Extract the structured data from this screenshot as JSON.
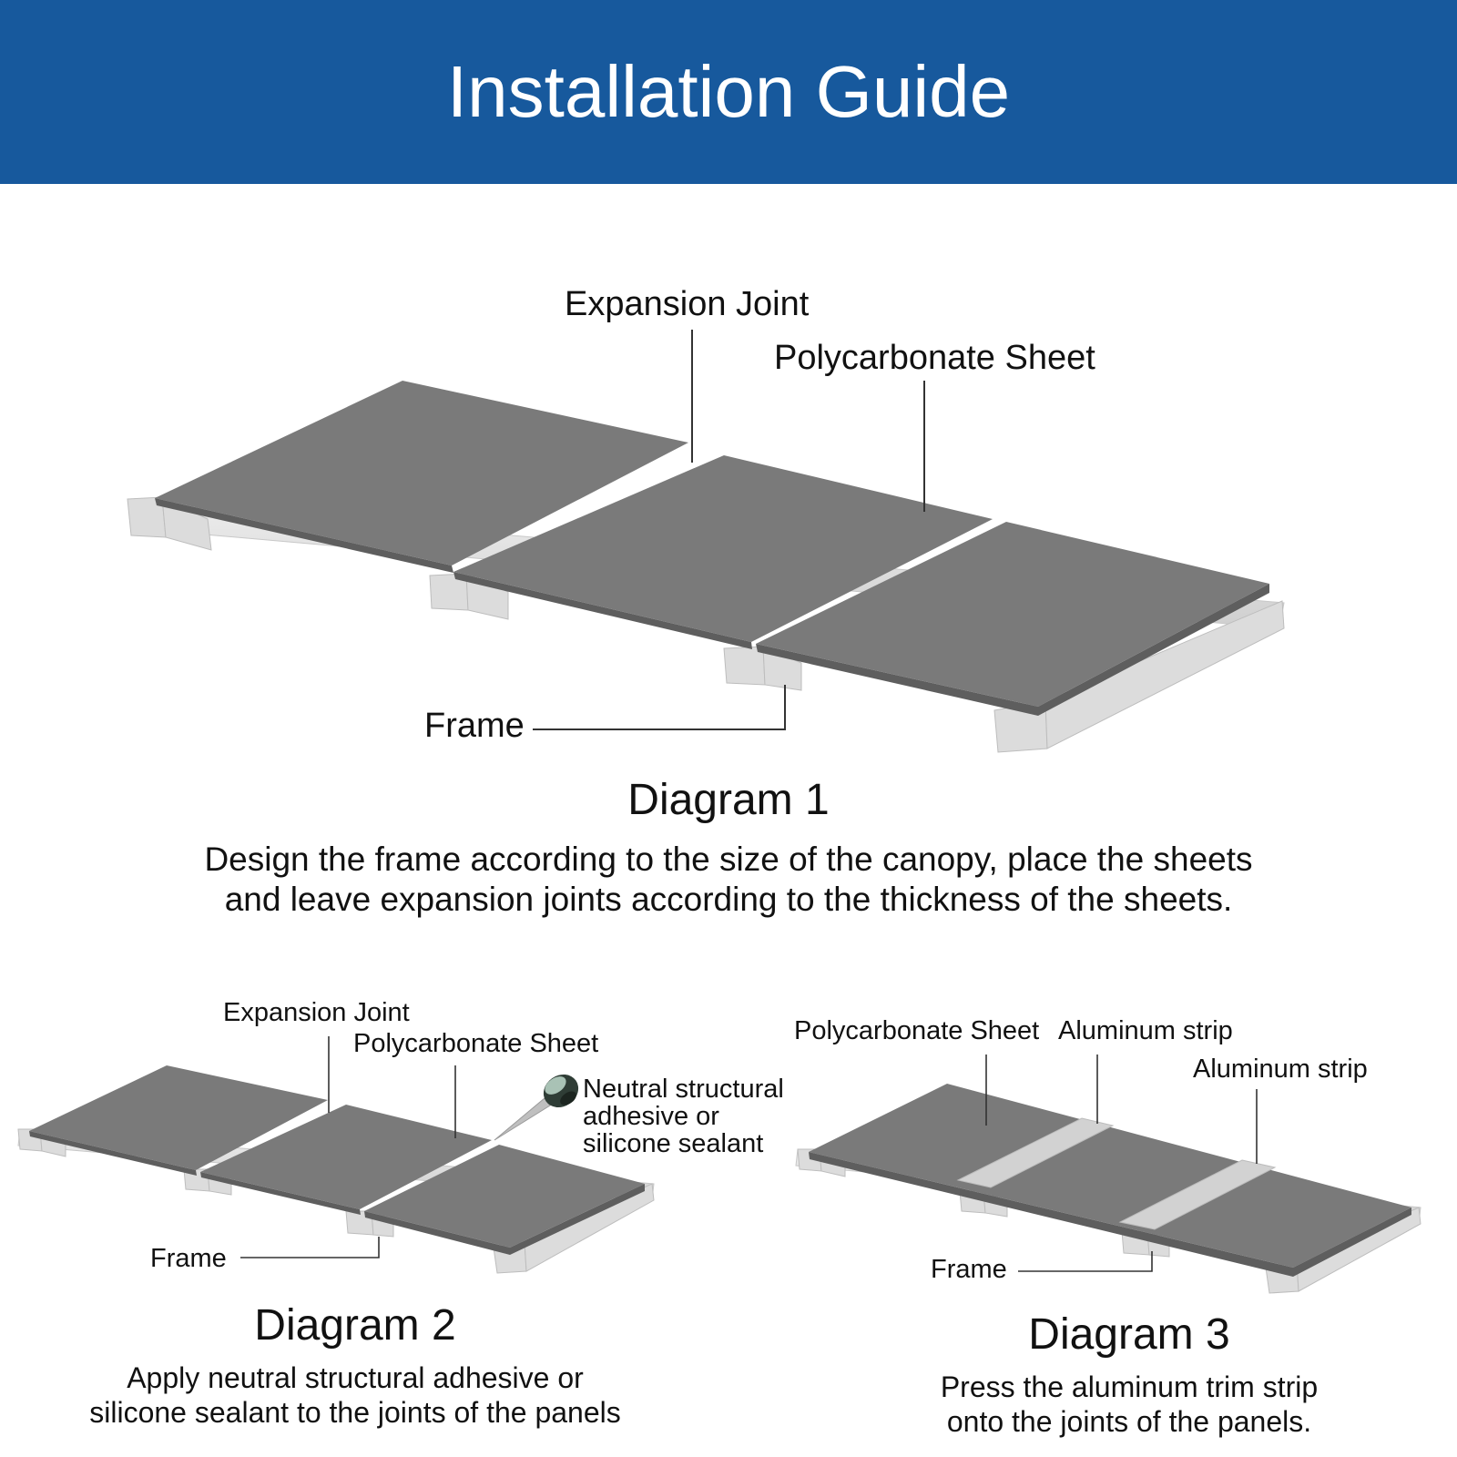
{
  "header": {
    "title": "Installation Guide"
  },
  "colors": {
    "header_bg": "#17599d",
    "sheet_fill": "#7a7a7a",
    "sheet_edge": "#5e5e5e",
    "frame_fill": "#e4e4e4",
    "frame_edge": "#c8c8c8",
    "aluminum_strip": "#d2d2d2",
    "leader_line": "#333333"
  },
  "diagram1": {
    "label_expansion_joint": "Expansion Joint",
    "label_polycarbonate_sheet": "Polycarbonate Sheet",
    "label_frame": "Frame",
    "title": "Diagram 1",
    "caption_line1": "Design the frame according to the size of the canopy, place the sheets",
    "caption_line2": "and leave expansion joints according to the thickness of the sheets."
  },
  "diagram2": {
    "label_expansion_joint": "Expansion Joint",
    "label_polycarbonate_sheet": "Polycarbonate Sheet",
    "label_sealant_line1": "Neutral structural",
    "label_sealant_line2": "adhesive or",
    "label_sealant_line3": "silicone sealant",
    "label_frame": "Frame",
    "title": "Diagram 2",
    "caption_line1": "Apply neutral structural adhesive or",
    "caption_line2": "silicone sealant to the joints of the panels"
  },
  "diagram3": {
    "label_polycarbonate_sheet": "Polycarbonate Sheet",
    "label_aluminum_strip_1": "Aluminum strip",
    "label_aluminum_strip_2": "Aluminum strip",
    "label_frame": "Frame",
    "title": "Diagram 3",
    "caption_line1": "Press the aluminum trim strip",
    "caption_line2": "onto the joints of the panels."
  }
}
